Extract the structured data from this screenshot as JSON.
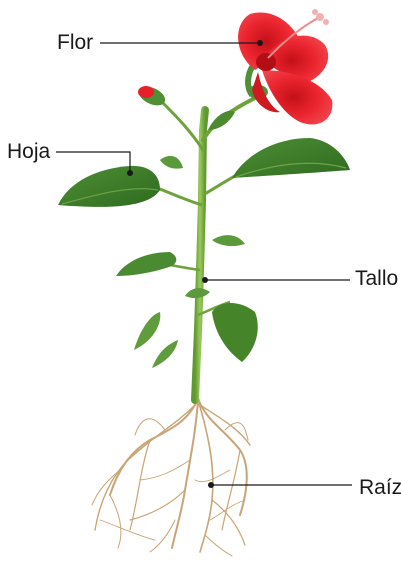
{
  "labels": {
    "flor": "Flor",
    "hoja": "Hoja",
    "tallo": "Tallo",
    "raiz": "Raíz"
  },
  "colors": {
    "petal": "#e8202a",
    "leaf": "#3f7f2a",
    "stem": "#7bb043",
    "root": "#c9a476",
    "leader": "#1a1a1a"
  }
}
